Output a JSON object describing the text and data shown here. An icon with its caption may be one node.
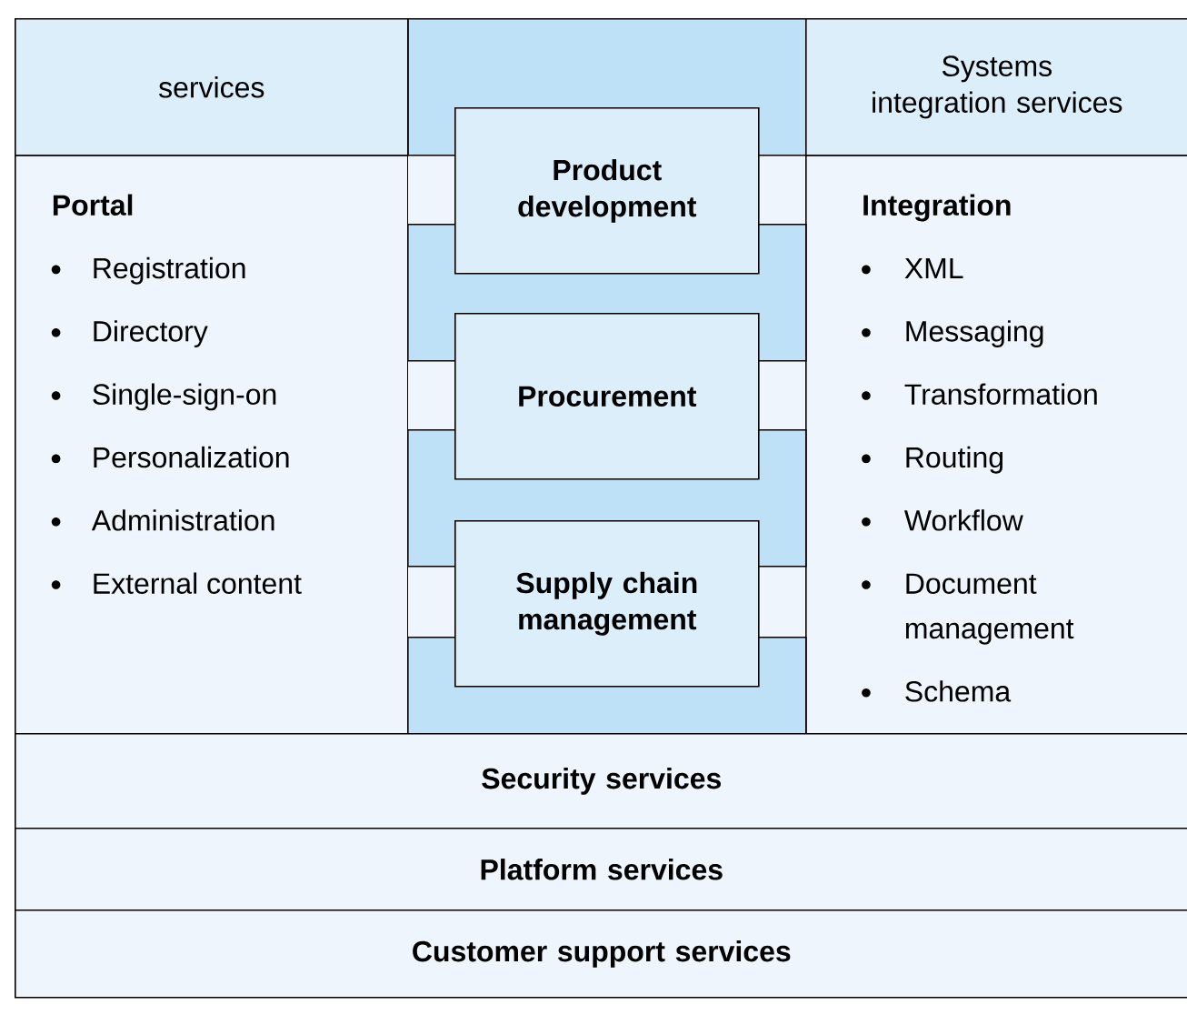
{
  "diagram": {
    "nodes": [
      {
        "text": [
          "services"
        ]
      },
      {
        "text": [
          "Systems integration services"
        ]
      },
      {
        "text": [
          "Portal",
          "Registration",
          "Directory",
          "Single-sign-on",
          "Personalization",
          "Administration",
          "External content"
        ]
      },
      {
        "text": [
          "Integration",
          "XML",
          "Messaging",
          "Transformation",
          "Routing",
          "Workflow",
          "Document management",
          "Schema"
        ]
      },
      {
        "text": [
          "Product development"
        ]
      },
      {
        "text": [
          "Procurement"
        ]
      },
      {
        "text": [
          "Supply chain management"
        ]
      },
      {
        "text": [
          "Security services"
        ]
      },
      {
        "text": [
          "Platform services"
        ]
      },
      {
        "text": [
          "Customer support services"
        ]
      },
      {
        "text": [],
        "shape": "box"
      },
      {
        "text": [],
        "shape": "box"
      },
      {
        "text": [],
        "shape": "box"
      },
      {
        "text": [],
        "shape": "box"
      }
    ]
  }
}
